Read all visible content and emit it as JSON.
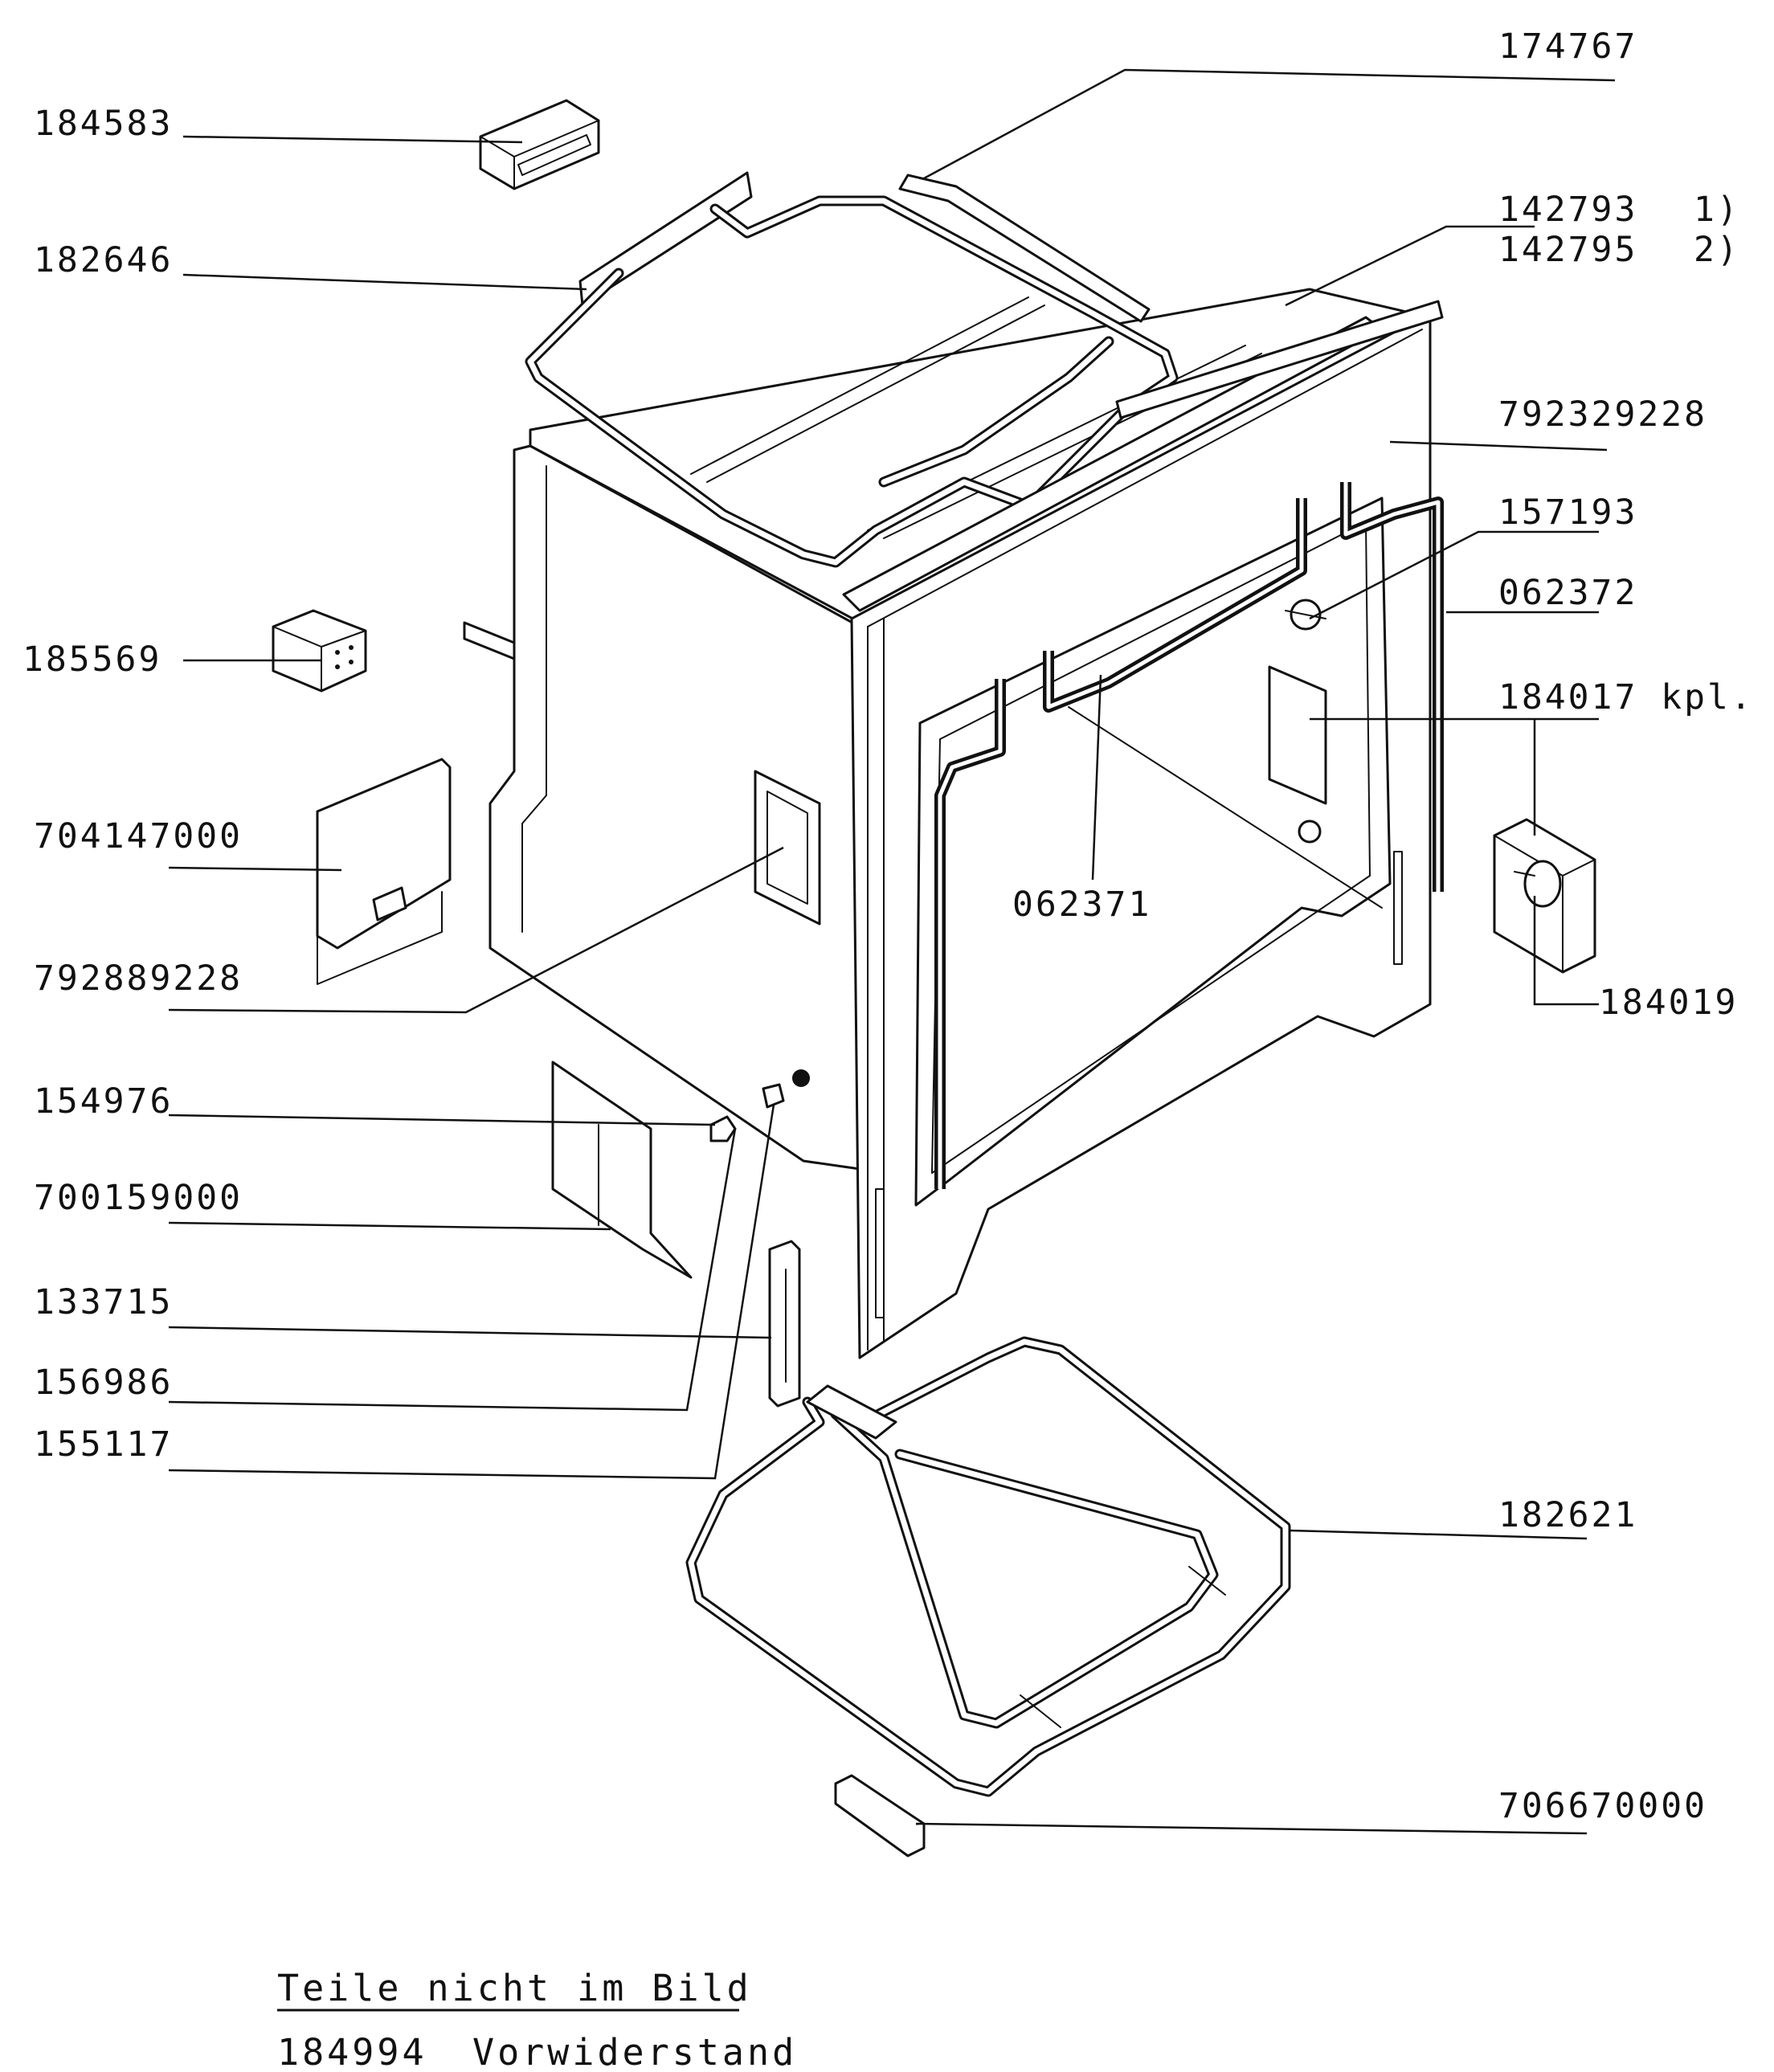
{
  "parts": [
    {
      "id": "p174767",
      "number": "174767"
    },
    {
      "id": "p184583",
      "number": "184583"
    },
    {
      "id": "p182646",
      "number": "182646"
    },
    {
      "id": "p142793",
      "number": "142793",
      "note": "1)"
    },
    {
      "id": "p142795",
      "number": "142795",
      "note": "2)"
    },
    {
      "id": "p792329228",
      "number": "792329228"
    },
    {
      "id": "p157193",
      "number": "157193"
    },
    {
      "id": "p062372",
      "number": "062372"
    },
    {
      "id": "p184017",
      "number": "184017 kpl."
    },
    {
      "id": "p185569",
      "number": "185569"
    },
    {
      "id": "p704147000",
      "number": "704147000"
    },
    {
      "id": "p062371",
      "number": "062371"
    },
    {
      "id": "p792889228",
      "number": "792889228"
    },
    {
      "id": "p184019",
      "number": "184019"
    },
    {
      "id": "p154976",
      "number": "154976"
    },
    {
      "id": "p700159000",
      "number": "700159000"
    },
    {
      "id": "p133715",
      "number": "133715"
    },
    {
      "id": "p156986",
      "number": "156986"
    },
    {
      "id": "p155117",
      "number": "155117"
    },
    {
      "id": "p182621",
      "number": "182621"
    },
    {
      "id": "p706670000",
      "number": "706670000"
    }
  ],
  "footer": {
    "heading": "Teile nicht im Bild",
    "items": [
      {
        "number": "184994",
        "description": "Vorwiderstand"
      }
    ]
  }
}
